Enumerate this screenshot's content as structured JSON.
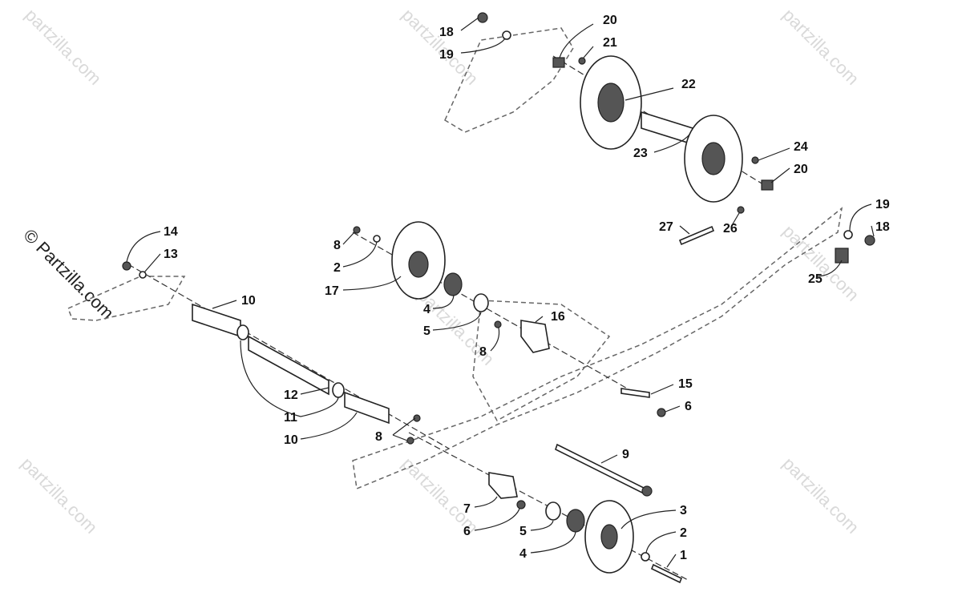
{
  "watermark": {
    "text": "© Partzilla.com",
    "short": "partzilla.com"
  },
  "callouts": [
    {
      "id": "c18a",
      "label": "18"
    },
    {
      "id": "c19a",
      "label": "19"
    },
    {
      "id": "c20a",
      "label": "20"
    },
    {
      "id": "c21",
      "label": "21"
    },
    {
      "id": "c22",
      "label": "22"
    },
    {
      "id": "c23",
      "label": "23"
    },
    {
      "id": "c24",
      "label": "24"
    },
    {
      "id": "c20b",
      "label": "20"
    },
    {
      "id": "c19b",
      "label": "19"
    },
    {
      "id": "c18b",
      "label": "18"
    },
    {
      "id": "c27",
      "label": "27"
    },
    {
      "id": "c26",
      "label": "26"
    },
    {
      "id": "c25",
      "label": "25"
    },
    {
      "id": "c14",
      "label": "14"
    },
    {
      "id": "c13",
      "label": "13"
    },
    {
      "id": "c8a",
      "label": "8"
    },
    {
      "id": "c2a",
      "label": "2"
    },
    {
      "id": "c17",
      "label": "17"
    },
    {
      "id": "c4a",
      "label": "4"
    },
    {
      "id": "c5a",
      "label": "5"
    },
    {
      "id": "c16",
      "label": "16"
    },
    {
      "id": "c8b",
      "label": "8"
    },
    {
      "id": "c10a",
      "label": "10"
    },
    {
      "id": "c12",
      "label": "12"
    },
    {
      "id": "c11",
      "label": "11"
    },
    {
      "id": "c10b",
      "label": "10"
    },
    {
      "id": "c15",
      "label": "15"
    },
    {
      "id": "c6a",
      "label": "6"
    },
    {
      "id": "c8c",
      "label": "8"
    },
    {
      "id": "c9",
      "label": "9"
    },
    {
      "id": "c3",
      "label": "3"
    },
    {
      "id": "c7",
      "label": "7"
    },
    {
      "id": "c6b",
      "label": "6"
    },
    {
      "id": "c5b",
      "label": "5"
    },
    {
      "id": "c2b",
      "label": "2"
    },
    {
      "id": "c4b",
      "label": "4"
    },
    {
      "id": "c1",
      "label": "1"
    }
  ]
}
